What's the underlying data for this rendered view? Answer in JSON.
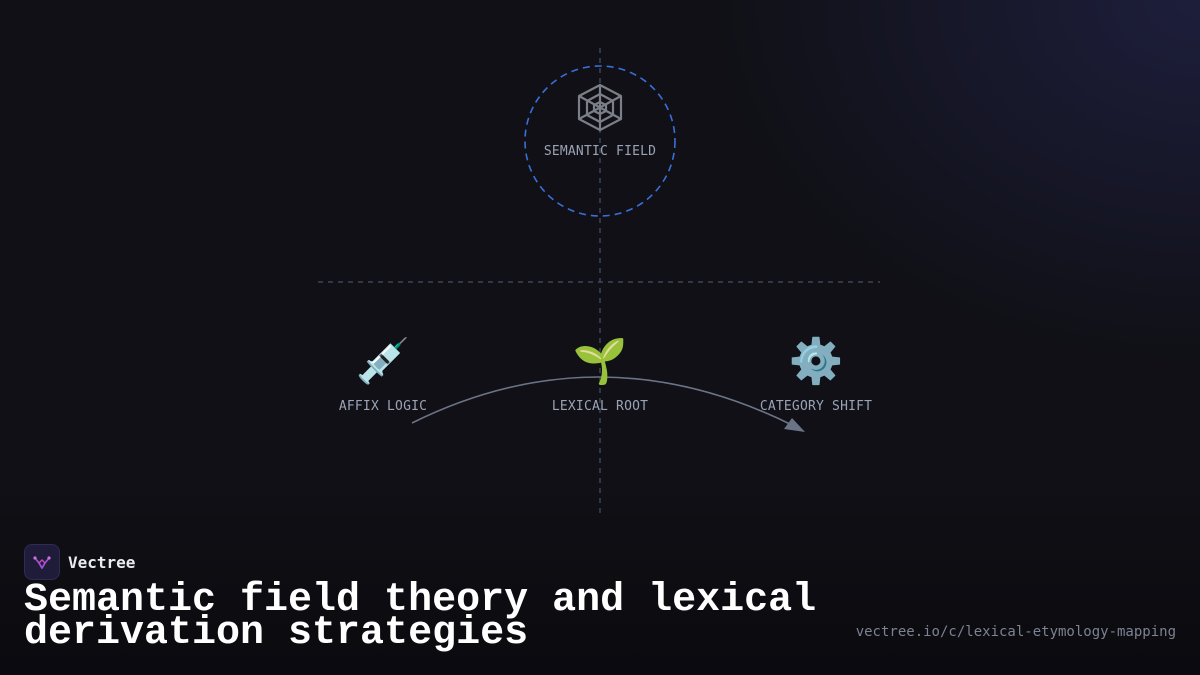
{
  "diagram": {
    "top_node": {
      "label": "SEMANTIC FIELD",
      "icon": "web-icon"
    },
    "nodes": [
      {
        "id": "affix",
        "label": "AFFIX LOGIC",
        "icon": "syringe-icon",
        "glyph": "💉"
      },
      {
        "id": "root",
        "label": "LEXICAL ROOT",
        "icon": "seedling-icon",
        "glyph": "🌱"
      },
      {
        "id": "category",
        "label": "CATEGORY SHIFT",
        "icon": "gear-icon",
        "glyph": "⚙️"
      }
    ],
    "colors": {
      "circle_stroke": "#3b6fd8",
      "axis_stroke": "#3a4458",
      "arc_stroke": "#6b7487",
      "label": "#9aa3b5"
    }
  },
  "footer": {
    "brand_name": "Vectree",
    "brand_icon": "vectree-logo-icon",
    "title": "Semantic field theory and lexical derivation strategies",
    "url": "vectree.io/c/lexical-etymology-mapping"
  }
}
